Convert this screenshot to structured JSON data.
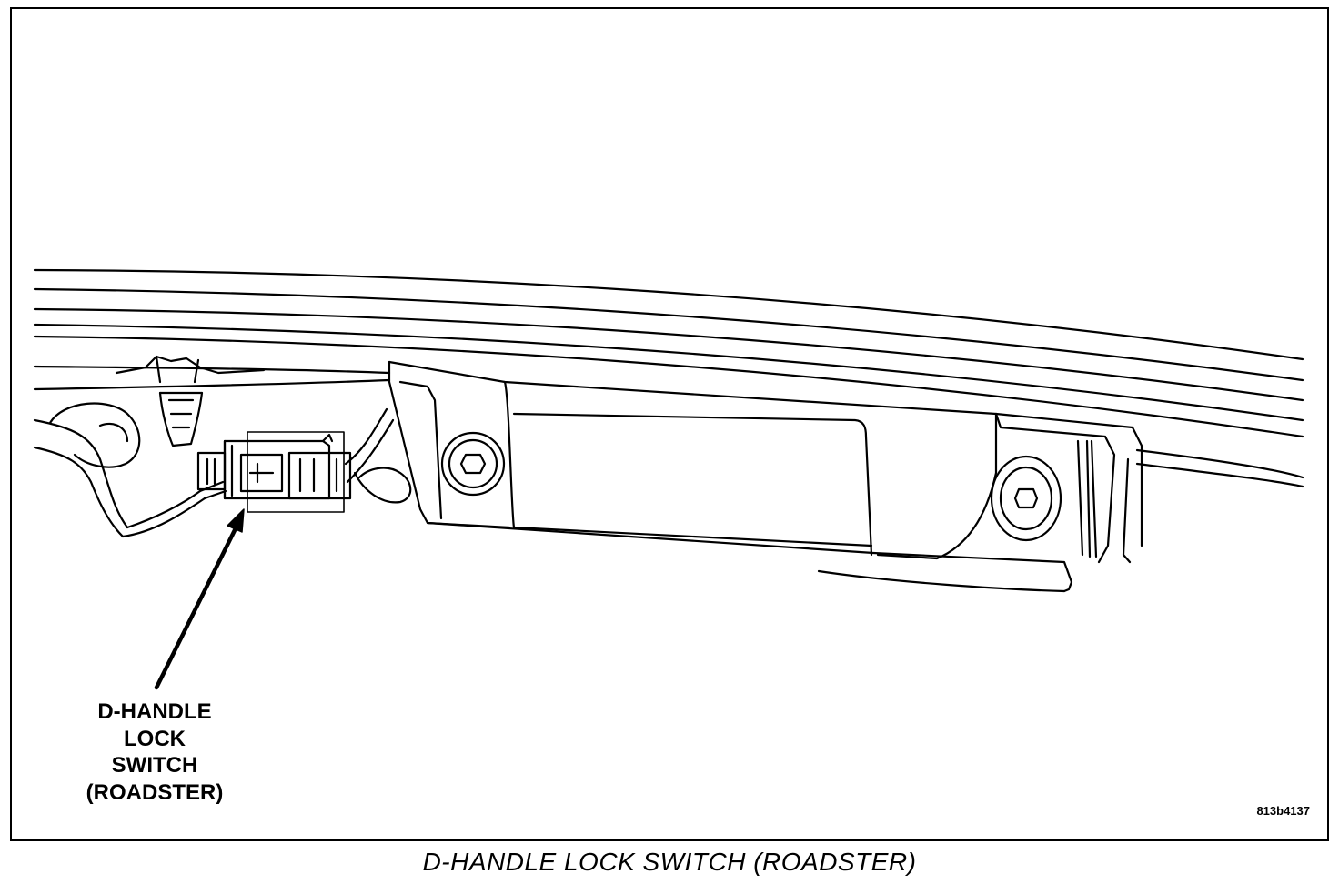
{
  "callout": {
    "lines": [
      "D-HANDLE",
      "LOCK",
      "SWITCH",
      "(ROADSTER)"
    ]
  },
  "figure_id": "813b4137",
  "caption": "D-HANDLE LOCK SWITCH (ROADSTER)",
  "icons": {
    "arrow": "leader-arrow-icon",
    "connector": "electrical-connector",
    "bolts": "torx-bolt"
  },
  "colors": {
    "line": "#000000",
    "background": "#ffffff"
  }
}
